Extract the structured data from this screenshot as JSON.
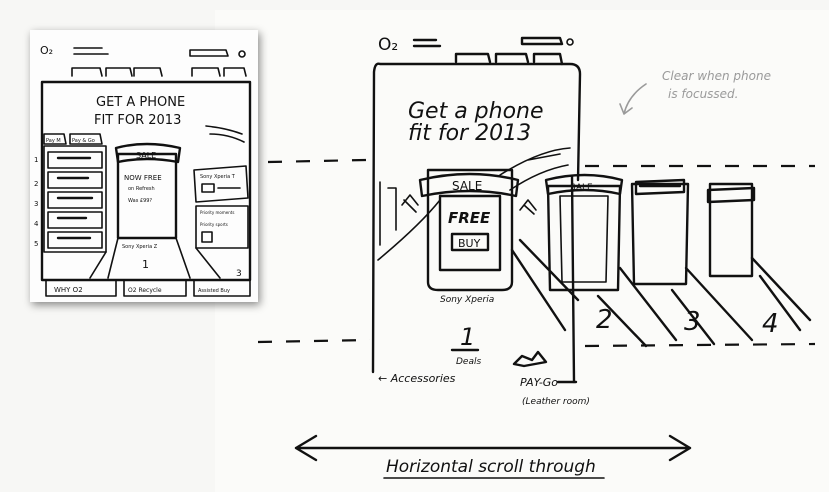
{
  "left_sketch": {
    "brand": "O₂",
    "headline_line1": "GET A PHONE",
    "headline_line2": "FIT FOR 2013",
    "sale_tag": "SALE",
    "offer_line1": "NOW FREE",
    "offer_line2": "on Refresh",
    "offer_line3": "Was £99?",
    "phone_caption": "Sony Xperia Z",
    "tiles": [
      "Pay M",
      "Pay & Go"
    ],
    "card_title": "Sony Xperia T",
    "priority_label1": "Priority moments",
    "priority_label2": "Priority sports",
    "row_numbers": [
      "1",
      "2",
      "3",
      "4",
      "5"
    ],
    "panel_numbers": [
      "1",
      "3"
    ],
    "bottom_tabs": [
      "WHY O2",
      "O2 Recycle",
      "Assisted Buy"
    ]
  },
  "main_sketch": {
    "brand": "O₂",
    "headline_line1": "Get a phone",
    "headline_line2": "fit for 2013",
    "sale_tag": "SALE",
    "sale_tag_2": "SALE",
    "free_label": "FREE",
    "buy_button": "BUY",
    "phone_caption": "Sony Xperia",
    "panel_numbers": [
      "1",
      "2",
      "3",
      "4"
    ],
    "panel1_sub": "Deals",
    "accessories": "← Accessories",
    "payg_line1": "PAY-Go",
    "payg_line2": "(Leather room)",
    "annotation_line1": "Clear when phone",
    "annotation_line2": "is focussed.",
    "scroll_label": "Horizontal scroll through"
  },
  "colors": {
    "ink": "#111111",
    "annotation": "#9a9a9a",
    "board": "#fbfbf9"
  }
}
